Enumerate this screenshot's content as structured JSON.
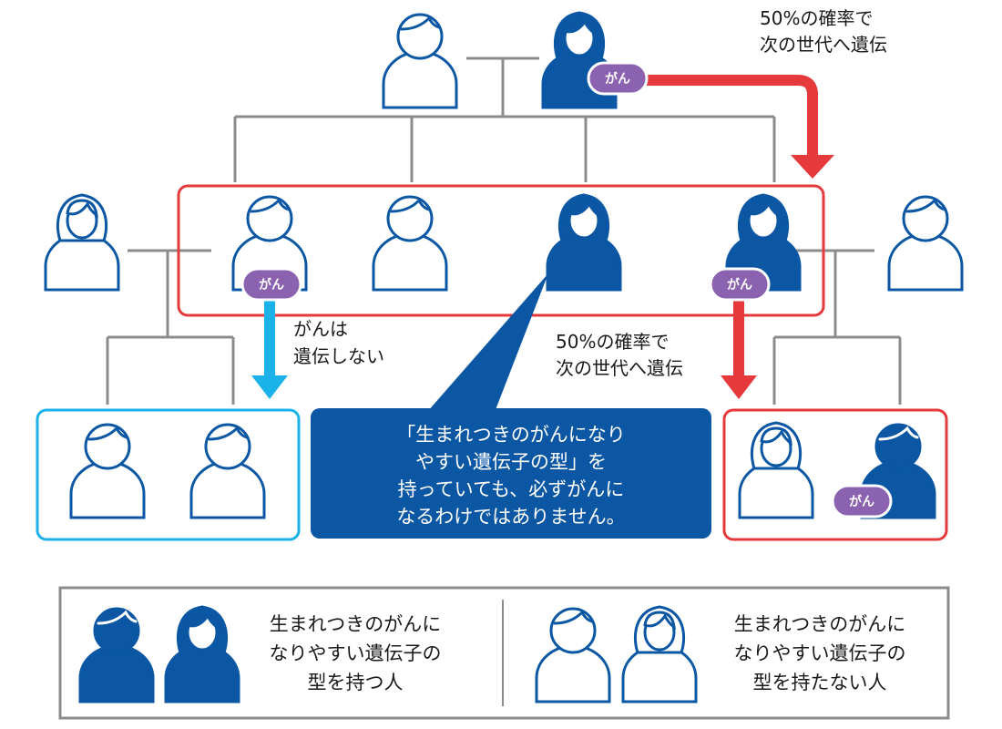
{
  "labels": {
    "top_probability": [
      "50%の確率で",
      "次の世代へ遺伝"
    ],
    "mid_probability": [
      "50%の確率で",
      "次の世代へ遺伝"
    ],
    "not_inherited": [
      "がんは",
      "遺伝しない"
    ]
  },
  "badge_text": "がん",
  "callout": [
    "「生まれつきのがんになり",
    "やすい遺伝子の型」を",
    "持っていても、必ずがんに",
    "なるわけではありません。"
  ],
  "legend": {
    "with_gene": [
      "生まれつきのがんに",
      "なりやすい遺伝子の",
      "型を持つ人"
    ],
    "without_gene": [
      "生まれつきのがんに",
      "なりやすい遺伝子の",
      "型を持たない人"
    ]
  },
  "colors": {
    "carrier_blue": "#0b57a4",
    "outline_blue": "#0b57a4",
    "badge_purple": "#8a62b0",
    "red": "#e5393c",
    "cyan": "#1ab2e8",
    "line_gray": "#8c8c8c"
  }
}
